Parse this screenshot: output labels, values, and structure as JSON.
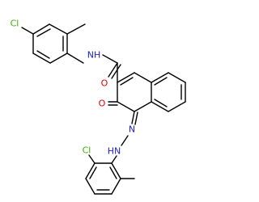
{
  "atom_labels": {
    "cl_top": "Cl",
    "nh_amide": "NH",
    "o_amide": "O",
    "o_keto": "O",
    "n_azo": "N",
    "hn_hydrazone": "HN",
    "cl_bottom": "Cl"
  },
  "colors": {
    "bond": "#000000",
    "chlorine": "#3cb000",
    "nitrogen": "#2020d0",
    "oxygen": "#e00000"
  }
}
